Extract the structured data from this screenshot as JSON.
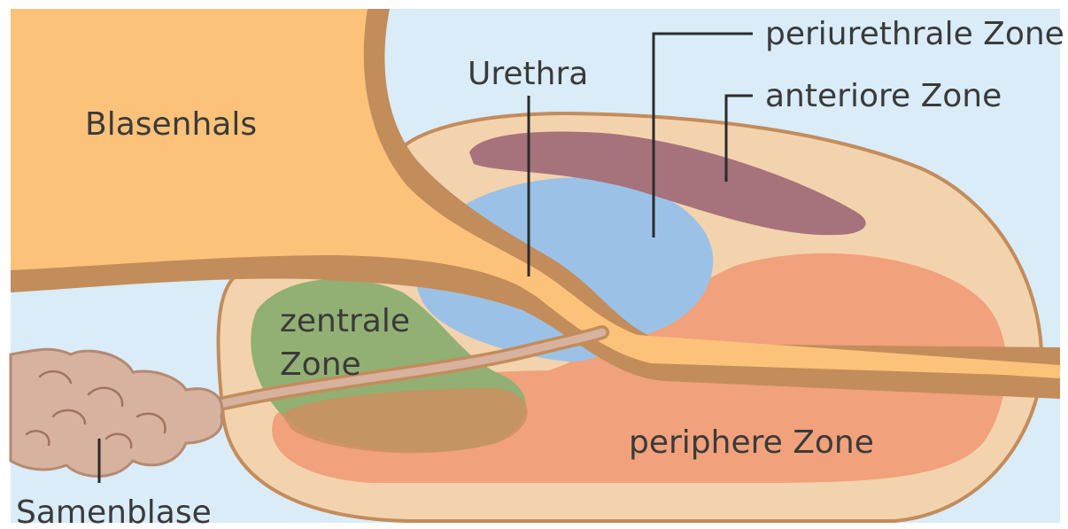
{
  "labels": {
    "blasenhals": "Blasenhals",
    "urethra": "Urethra",
    "periurethrale_zone": "periurethrale Zone",
    "anteriore_zone": "anteriore Zone",
    "zentrale_zone_line1": "zentrale",
    "zentrale_zone_line2": "Zone",
    "periphere_zone": "periphere Zone",
    "samenblase": "Samenblase"
  },
  "colors": {
    "background": "#d9ecf8",
    "bladder": "#fcc27a",
    "wall": "#c38c5b",
    "capsule": "#f3d3ae",
    "periurethral_zone": "#9bc2e6",
    "anterior_zone": "#a6727b",
    "central_zone": "#92b073",
    "peripheral_zone": "#f1a17b",
    "seminal_vesicle": "#d7b29e"
  }
}
